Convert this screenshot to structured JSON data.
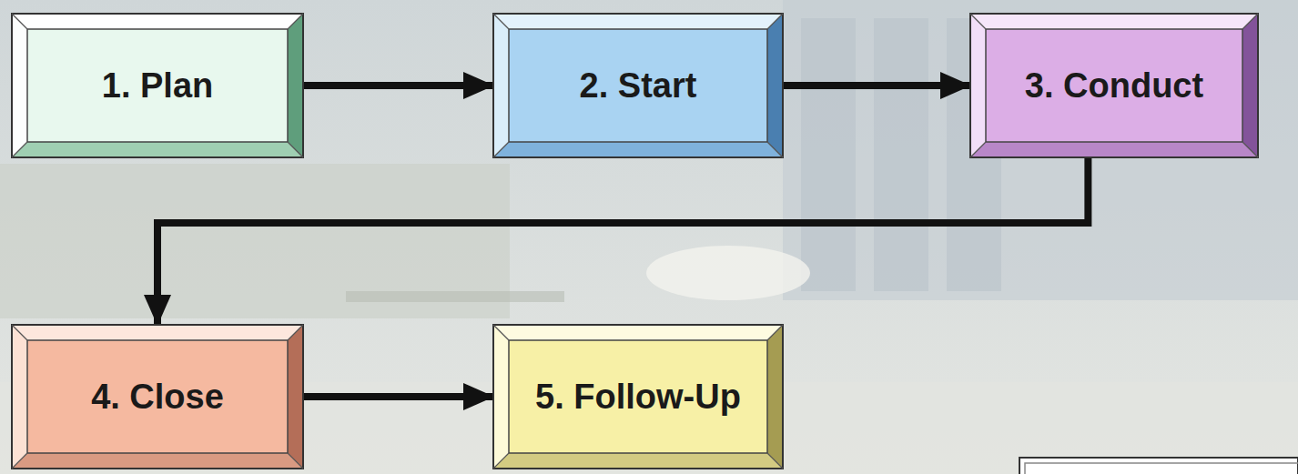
{
  "diagram": {
    "nodes": [
      {
        "text": [
          "1. Plan"
        ]
      },
      {
        "text": [
          "2. Start"
        ]
      },
      {
        "text": [
          "3. Conduct"
        ]
      },
      {
        "text": [
          "4. Close"
        ]
      },
      {
        "text": [
          "5. Follow-Up"
        ]
      }
    ],
    "edges": [
      {
        "from": 0,
        "to": 1,
        "arrow": "to"
      },
      {
        "from": 1,
        "to": 2,
        "arrow": "to"
      },
      {
        "from": 2,
        "to": 3,
        "arrow": "to"
      },
      {
        "from": 3,
        "to": 4,
        "arrow": "to"
      }
    ]
  }
}
